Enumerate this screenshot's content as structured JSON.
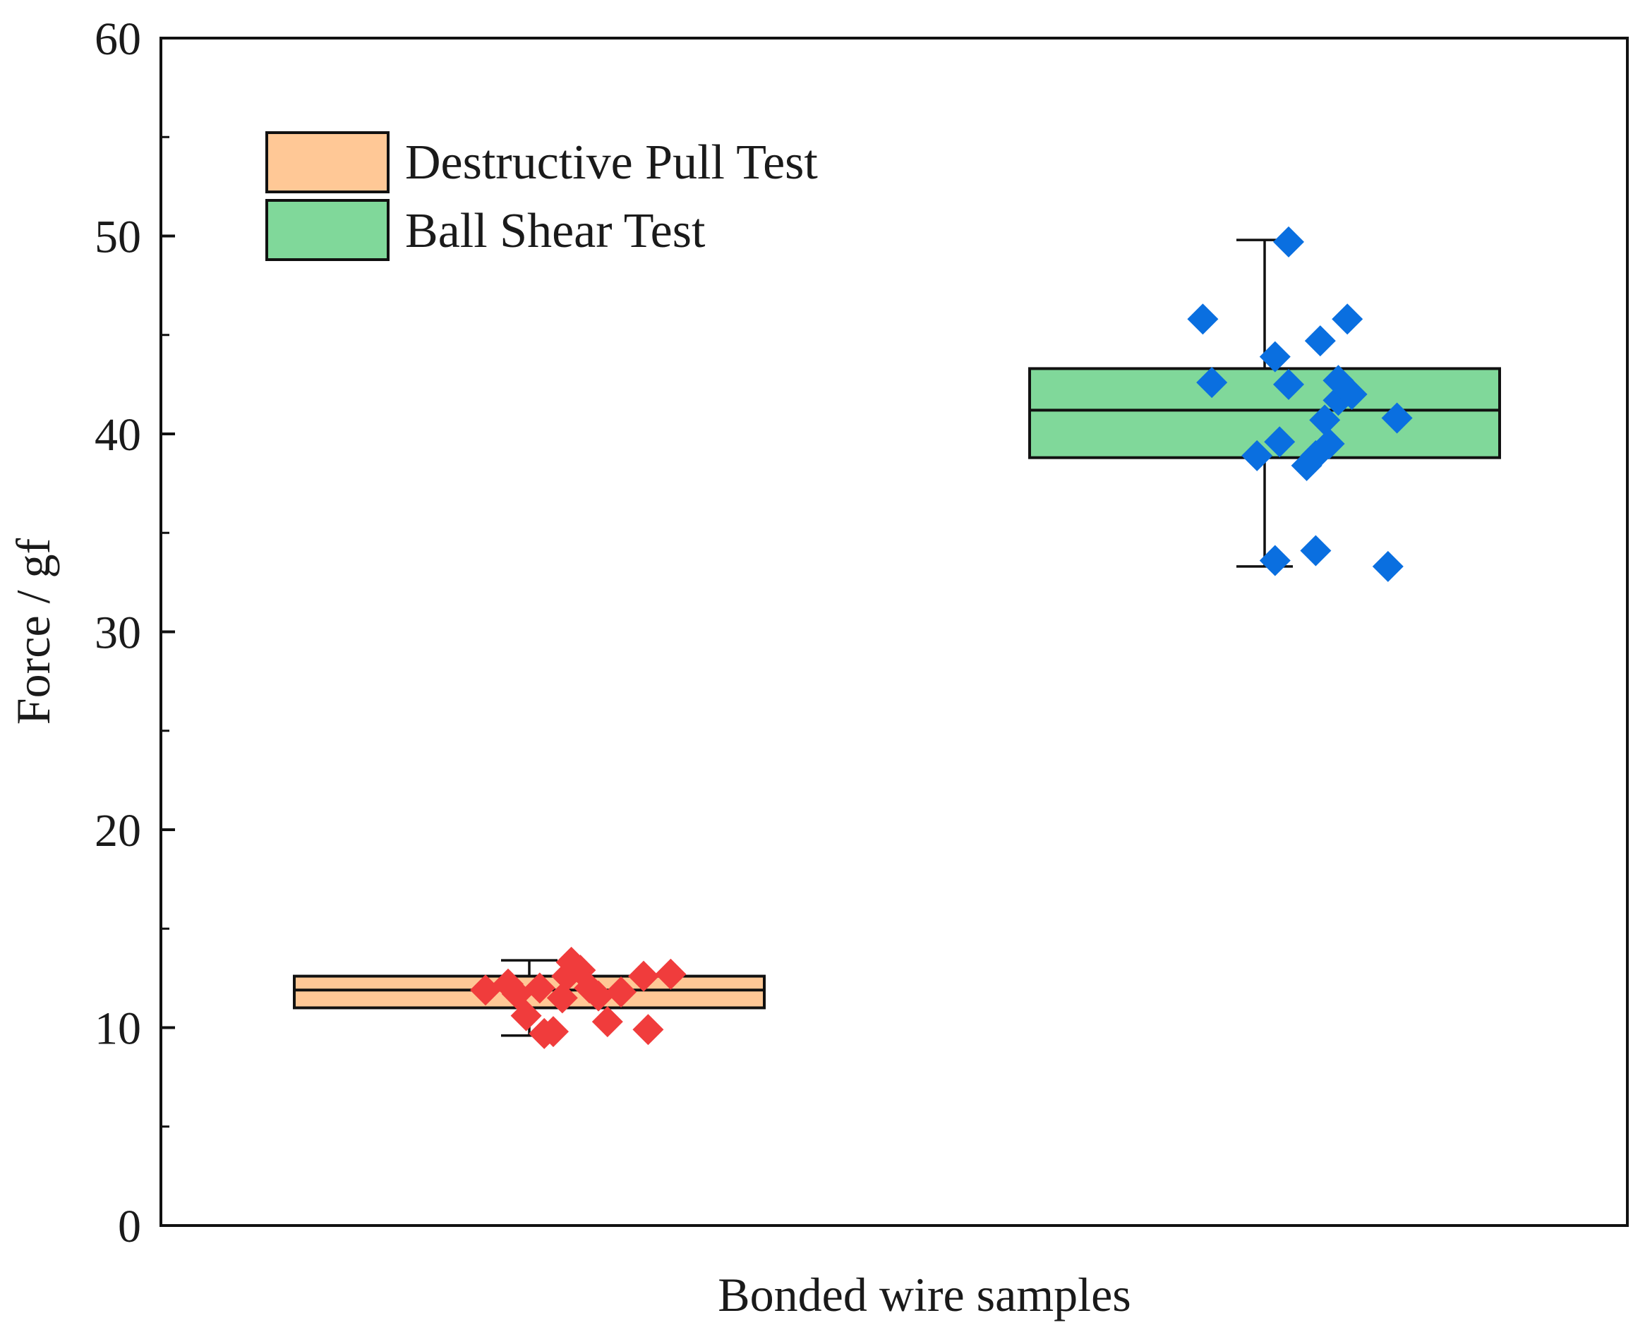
{
  "chart_data": {
    "type": "box",
    "title": "",
    "xlabel": "Bonded wire samples",
    "ylabel": "Force / gf",
    "ylim": [
      0,
      60
    ],
    "yticks": [
      0,
      10,
      20,
      30,
      40,
      50,
      60
    ],
    "grid": false,
    "legend_position": "top-left",
    "series": [
      {
        "name": "Destructive Pull Test",
        "box_color": "#FFC896",
        "point_color": "#F03C3C",
        "box": {
          "q1": 11.0,
          "median": 11.9,
          "q3": 12.6,
          "whisker_low": 9.6,
          "whisker_high": 13.4
        },
        "points": [
          {
            "x": -0.05,
            "y": 11.9
          },
          {
            "x": 0.0,
            "y": 12.2
          },
          {
            "x": 0.02,
            "y": 11.7
          },
          {
            "x": 0.04,
            "y": 10.6
          },
          {
            "x": 0.07,
            "y": 12.0
          },
          {
            "x": 0.08,
            "y": 9.7
          },
          {
            "x": 0.1,
            "y": 9.8
          },
          {
            "x": 0.12,
            "y": 11.5
          },
          {
            "x": 0.13,
            "y": 12.6
          },
          {
            "x": 0.14,
            "y": 13.3
          },
          {
            "x": 0.16,
            "y": 12.9
          },
          {
            "x": 0.18,
            "y": 12.0
          },
          {
            "x": 0.2,
            "y": 11.6
          },
          {
            "x": 0.22,
            "y": 10.3
          },
          {
            "x": 0.25,
            "y": 11.8
          },
          {
            "x": 0.3,
            "y": 12.6
          },
          {
            "x": 0.31,
            "y": 9.9
          },
          {
            "x": 0.36,
            "y": 12.7
          }
        ]
      },
      {
        "name": "Ball Shear Test",
        "box_color": "#80D89A",
        "point_color": "#0A6FE0",
        "box": {
          "q1": 38.8,
          "median": 41.2,
          "q3": 43.3,
          "whisker_low": 33.3,
          "whisker_high": 49.8
        },
        "points": [
          {
            "x": -0.09,
            "y": 45.8
          },
          {
            "x": -0.07,
            "y": 42.6
          },
          {
            "x": 0.03,
            "y": 38.9
          },
          {
            "x": 0.07,
            "y": 33.6
          },
          {
            "x": 0.07,
            "y": 43.9
          },
          {
            "x": 0.08,
            "y": 39.6
          },
          {
            "x": 0.1,
            "y": 42.5
          },
          {
            "x": 0.1,
            "y": 49.7
          },
          {
            "x": 0.14,
            "y": 38.4
          },
          {
            "x": 0.16,
            "y": 34.1
          },
          {
            "x": 0.16,
            "y": 38.9
          },
          {
            "x": 0.17,
            "y": 44.7
          },
          {
            "x": 0.18,
            "y": 40.7
          },
          {
            "x": 0.19,
            "y": 39.5
          },
          {
            "x": 0.21,
            "y": 41.7
          },
          {
            "x": 0.21,
            "y": 42.7
          },
          {
            "x": 0.23,
            "y": 45.8
          },
          {
            "x": 0.24,
            "y": 42.0
          },
          {
            "x": 0.32,
            "y": 33.3
          },
          {
            "x": 0.34,
            "y": 40.8
          }
        ]
      }
    ]
  }
}
